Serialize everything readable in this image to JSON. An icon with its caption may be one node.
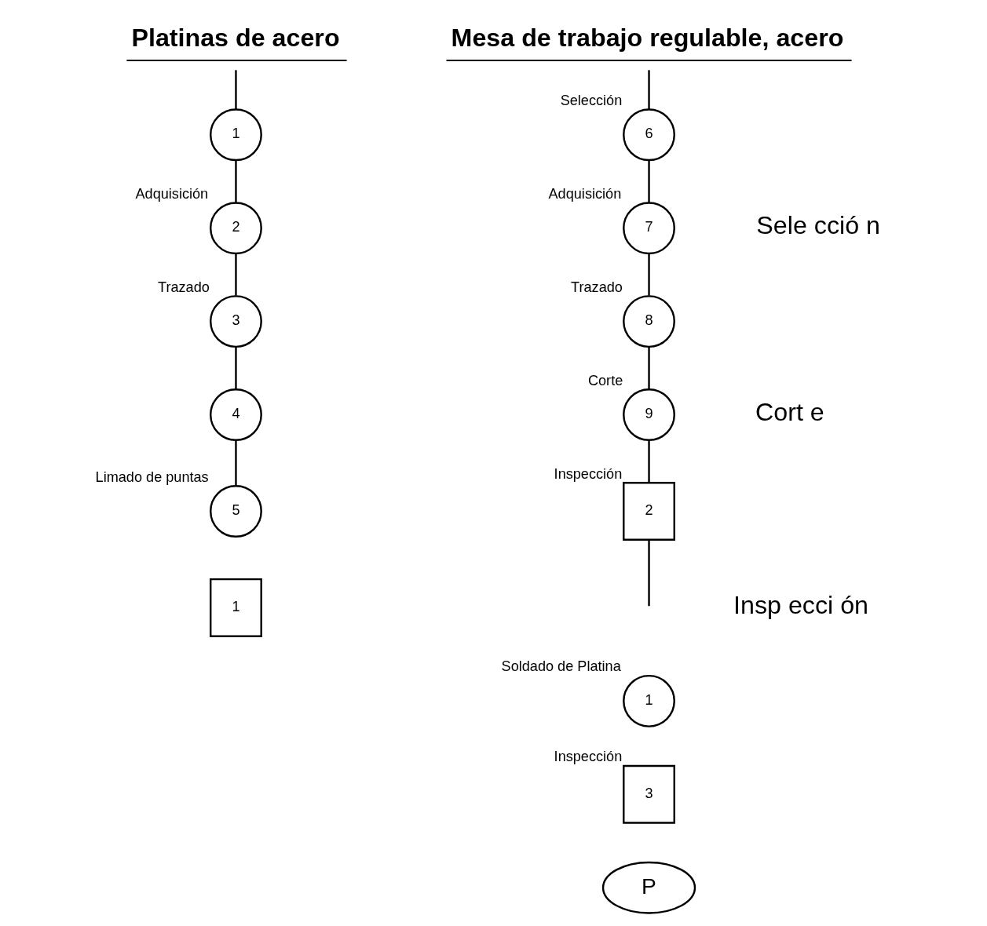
{
  "diagram": {
    "nodes": [
      {
        "text": [
          "Platinas de acero"
        ]
      },
      {
        "text": [
          "1"
        ]
      },
      {
        "text": [
          "2"
        ],
        "beside": [
          "Adquisición"
        ]
      },
      {
        "text": [
          "3"
        ],
        "beside": [
          "Trazado"
        ]
      },
      {
        "text": [
          "4"
        ]
      },
      {
        "text": [
          "5"
        ],
        "beside": [
          "Limado de puntas"
        ]
      },
      {
        "text": [
          "1"
        ]
      },
      {
        "text": [
          "Mesa de trabajo regulable, acero"
        ]
      },
      {
        "text": [
          "6"
        ],
        "beside": [
          "Selección"
        ]
      },
      {
        "text": [
          "7"
        ],
        "beside": [
          "Adquisición"
        ]
      },
      {
        "text": [
          "8"
        ],
        "beside": [
          "Trazado"
        ]
      },
      {
        "text": [
          "9"
        ],
        "beside": [
          "Corte"
        ]
      },
      {
        "text": [
          "2"
        ],
        "beside": [
          "Inspección"
        ]
      },
      {
        "text": [
          "1"
        ],
        "beside": [
          "Soldado de Platina"
        ]
      },
      {
        "text": [
          "3"
        ],
        "beside": [
          "Inspección"
        ]
      },
      {
        "text": [
          "P"
        ]
      }
    ],
    "edges": [
      {
        "from": 0,
        "to": 1,
        "arrow": "none"
      },
      {
        "from": 1,
        "to": 2,
        "arrow": "none"
      },
      {
        "from": 2,
        "to": 3,
        "arrow": "none"
      },
      {
        "from": 3,
        "to": 4,
        "arrow": "none"
      },
      {
        "from": 4,
        "to": 5,
        "arrow": "none"
      },
      {
        "from": 7,
        "to": 8,
        "arrow": "none"
      },
      {
        "from": 8,
        "to": 9,
        "arrow": "none"
      },
      {
        "from": 9,
        "to": 10,
        "arrow": "none"
      },
      {
        "from": 10,
        "to": 11,
        "arrow": "none"
      },
      {
        "from": 11,
        "to": 12,
        "arrow": "none"
      },
      {
        "from": 12,
        "to": null,
        "arrow": "none"
      }
    ],
    "labels": [
      "Sele cció n",
      "Cort e",
      "Insp ecci ón"
    ]
  }
}
